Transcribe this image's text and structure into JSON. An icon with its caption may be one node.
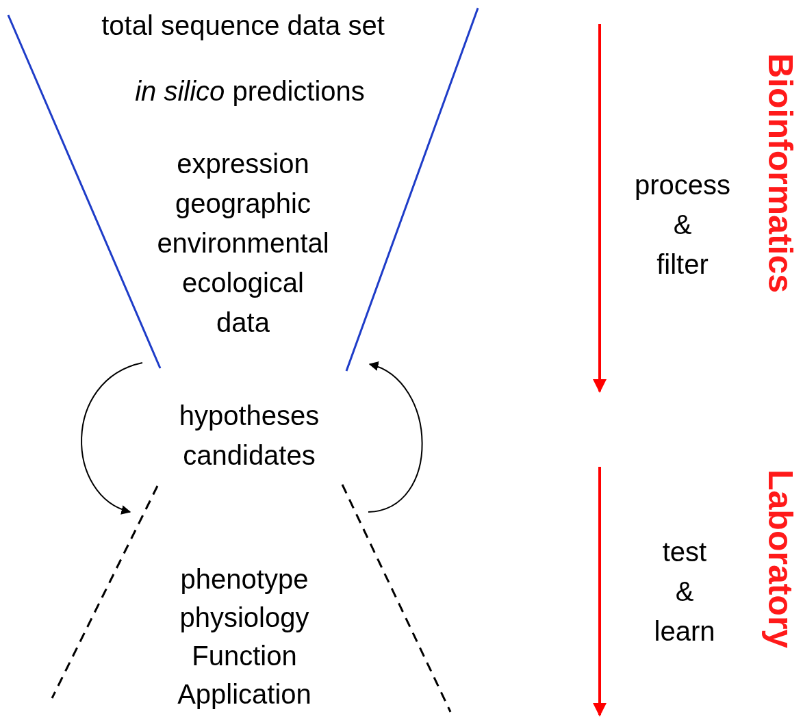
{
  "diagram": {
    "labels": [
      "total sequence data set",
      "*in silico* predictions",
      "expression geographic environmental ecological data",
      "hypotheses candidates",
      "phenotype physiology Function Application",
      "process & filter",
      "Bioinformatics",
      "test & learn",
      "Laboratory"
    ]
  }
}
